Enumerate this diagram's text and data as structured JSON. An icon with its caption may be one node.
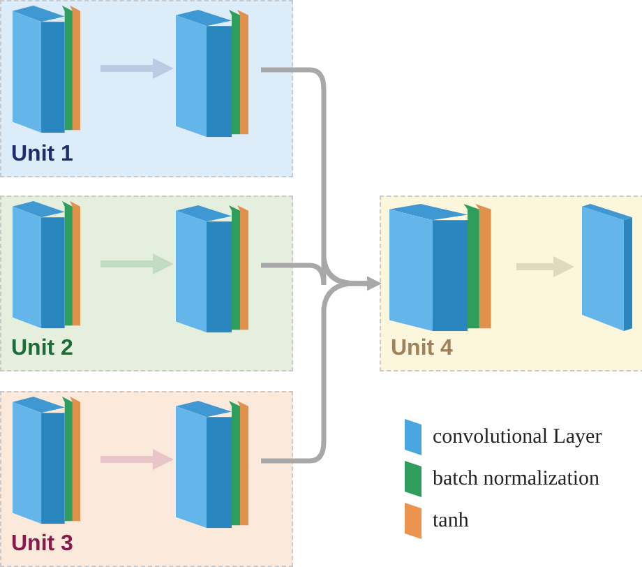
{
  "diagram": {
    "nodes": [
      {
        "text": [
          "Unit 1"
        ]
      },
      {
        "text": [],
        "shape": "box",
        "in": 0
      },
      {
        "text": [],
        "shape": "box",
        "in": 0
      },
      {
        "text": [
          "Unit 2"
        ]
      },
      {
        "text": [],
        "shape": "box",
        "in": 3
      },
      {
        "text": [],
        "shape": "box",
        "in": 3
      },
      {
        "text": [
          "Unit 3"
        ]
      },
      {
        "text": [],
        "shape": "box",
        "in": 6
      },
      {
        "text": [],
        "shape": "box",
        "in": 6
      },
      {
        "text": [
          "Unit 4"
        ]
      },
      {
        "text": [],
        "shape": "box",
        "in": 9
      },
      {
        "text": [],
        "shape": "bar",
        "in": 9
      }
    ],
    "edges": [
      {
        "from": 1,
        "to": 2,
        "arrow": "to",
        "color": "#bccbe3"
      },
      {
        "from": 4,
        "to": 5,
        "arrow": "to",
        "color": "#c2dcc4"
      },
      {
        "from": 7,
        "to": 8,
        "arrow": "to",
        "color": "#e8c5c9"
      },
      {
        "from": 10,
        "to": 11,
        "arrow": "to",
        "color": "#dedabd"
      },
      {
        "from": 2,
        "to": 9,
        "arrow": "to",
        "color": "#a8a8a8"
      },
      {
        "from": 5,
        "to": 9,
        "arrow": "to",
        "color": "#a8a8a8"
      },
      {
        "from": 8,
        "to": 9,
        "arrow": "to",
        "color": "#a8a8a8"
      }
    ],
    "legend": [
      {
        "text": "convolutional Layer",
        "color": "#4aa6e0"
      },
      {
        "text": "batch normalization",
        "color": "#2f9e5c"
      },
      {
        "text": "tanh",
        "color": "#ea9450"
      }
    ]
  }
}
